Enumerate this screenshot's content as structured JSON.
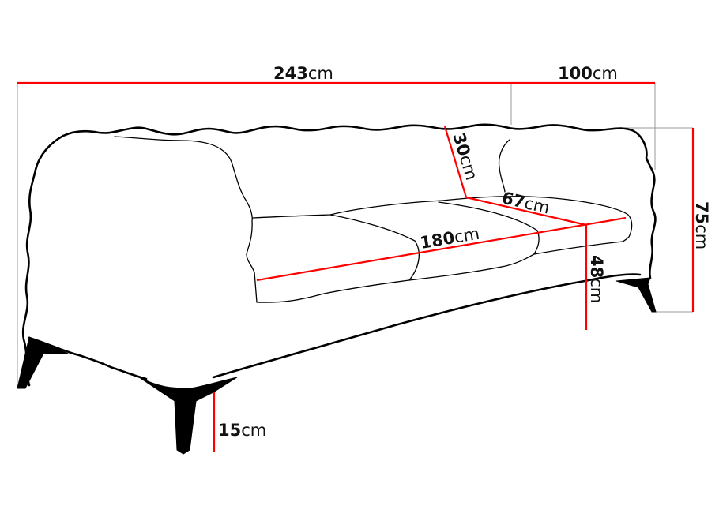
{
  "diagram": {
    "subject": "three-seat sofa with wavy outline and tapered black legs",
    "colors": {
      "dimension_line": "#ff0000",
      "outline": "#000000",
      "guide_line": "#9a9a9a",
      "background": "#ffffff"
    },
    "dimensions": {
      "total_width": {
        "value": "243",
        "unit": "cm"
      },
      "depth": {
        "value": "100",
        "unit": "cm"
      },
      "total_height": {
        "value": "75",
        "unit": "cm"
      },
      "backrest_height": {
        "value": "30",
        "unit": "cm"
      },
      "seat_depth": {
        "value": "67",
        "unit": "cm"
      },
      "seat_width": {
        "value": "180",
        "unit": "cm"
      },
      "seat_height": {
        "value": "48",
        "unit": "cm"
      },
      "leg_height": {
        "value": "15",
        "unit": "cm"
      }
    }
  }
}
